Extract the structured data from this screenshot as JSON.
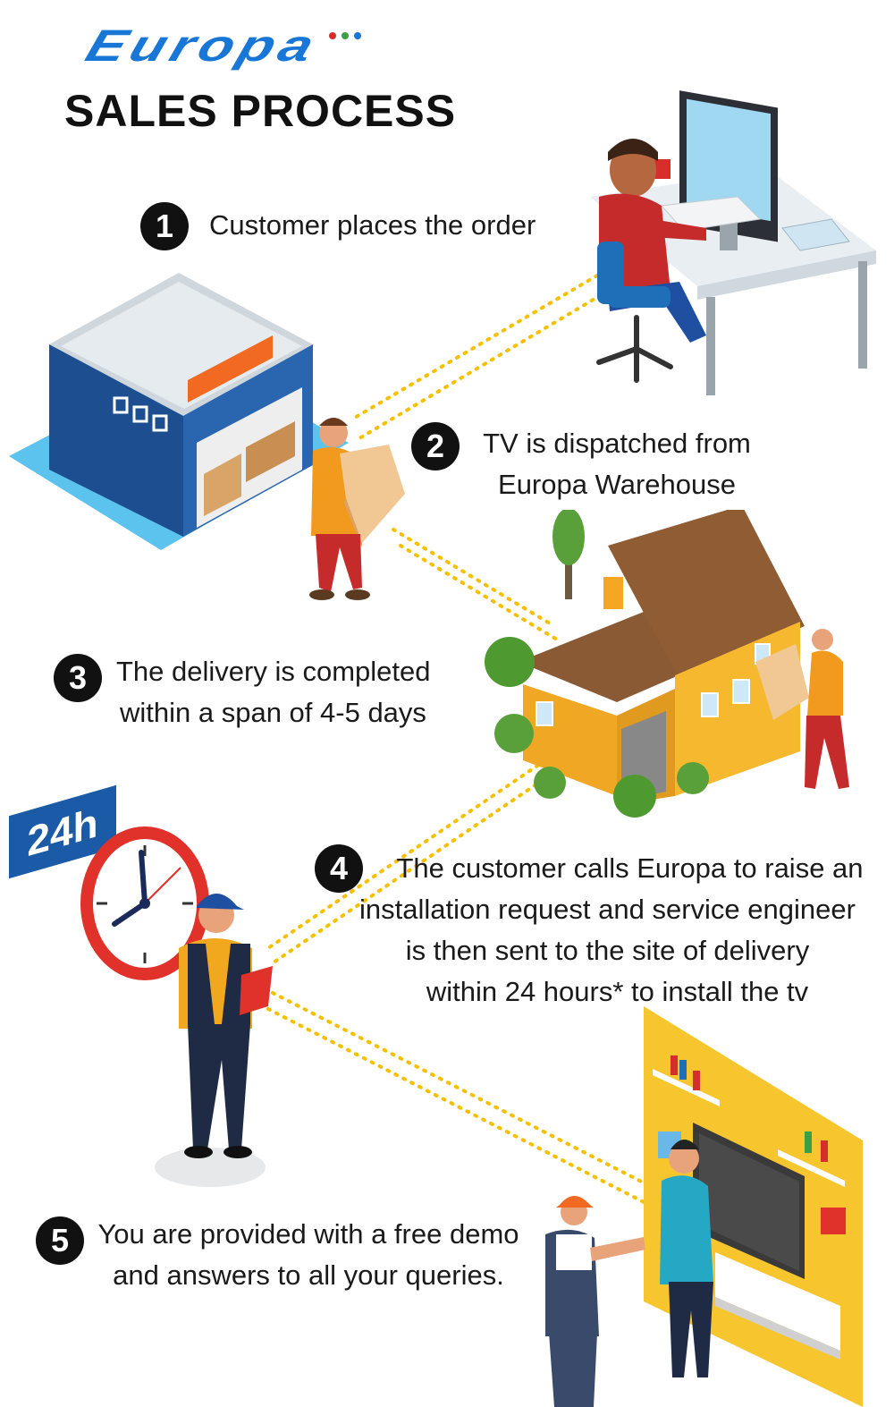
{
  "brand": {
    "name": "Europa",
    "color": "#1877d6",
    "dots": [
      "#d62d2d",
      "#3aa047",
      "#1877d6"
    ]
  },
  "title": "SALES PROCESS",
  "steps": [
    {
      "num": "1",
      "lines": [
        "Customer places the order"
      ]
    },
    {
      "num": "2",
      "lines": [
        "TV is dispatched from",
        "Europa Warehouse"
      ]
    },
    {
      "num": "3",
      "lines": [
        "The delivery is completed",
        "within a span of 4-5 days"
      ]
    },
    {
      "num": "4",
      "lines": [
        "The customer calls Europa to raise an",
        "installation request and service engineer",
        "is then sent to the site of delivery",
        "within 24 hours* to install the tv"
      ]
    },
    {
      "num": "5",
      "lines": [
        "You are provided with a free demo",
        "and answers to all your queries."
      ]
    }
  ],
  "clock_badge": "24h",
  "colors": {
    "dotted_line": "#f5c000",
    "step_badge": "#111111"
  }
}
